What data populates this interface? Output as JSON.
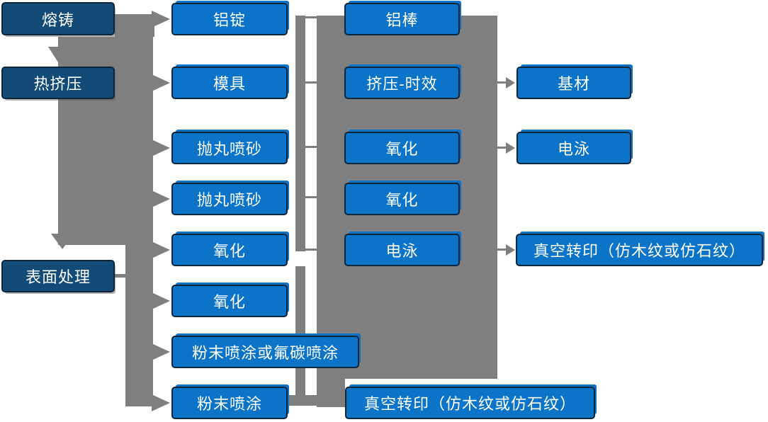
{
  "colors": {
    "box_dark": "#124A78",
    "box_blue": "#0B74C8",
    "connector_gray": "#7F7F7F",
    "box_border": "#102537",
    "text": "#FFFFFF"
  },
  "nodes": {
    "casting": "熔铸",
    "hot_extrusion": "热挤压",
    "surface_treatment": "表面处理",
    "aluminum_ingot": "铝锭",
    "mold": "模具",
    "shot_blasting_1": "抛丸喷砂",
    "shot_blasting_2": "抛丸喷砂",
    "oxidation_1": "氧化",
    "oxidation_2": "氧化",
    "powder_or_fluorocarbon": "粉末喷涂或氟碳喷涂",
    "powder_coating": "粉末喷涂",
    "aluminum_rod": "铝棒",
    "extrusion_aging": "挤压-时效",
    "oxidation_3": "氧化",
    "oxidation_4": "氧化",
    "electrophoresis_1": "电泳",
    "base_material": "基材",
    "electrophoresis_2": "电泳",
    "vacuum_transfer_1": "真空转印（仿木纹或仿石纹）",
    "vacuum_transfer_2": "真空转印（仿木纹或仿石纹）"
  }
}
